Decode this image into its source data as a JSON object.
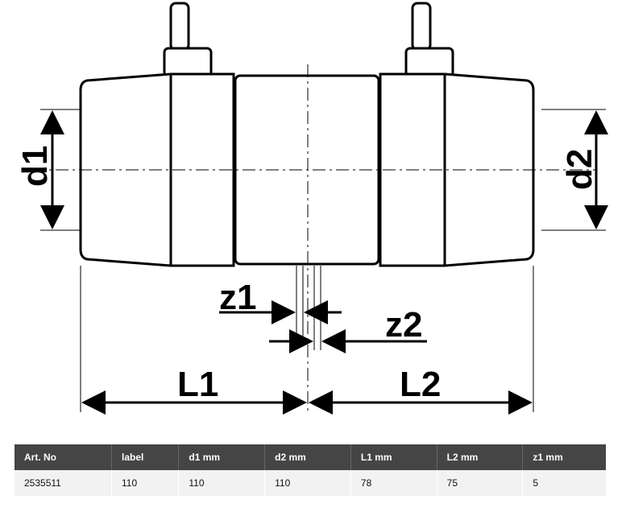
{
  "drawing": {
    "labels": {
      "d1": "d1",
      "d2": "d2",
      "z1": "z1",
      "z2": "z2",
      "L1": "L1",
      "L2": "L2"
    }
  },
  "table": {
    "headers": [
      "Art. No",
      "label",
      "d1 mm",
      "d2 mm",
      "L1 mm",
      "L2 mm",
      "z1 mm"
    ],
    "rows": [
      [
        "2535511",
        "110",
        "110",
        "110",
        "78",
        "75",
        "5"
      ]
    ]
  }
}
